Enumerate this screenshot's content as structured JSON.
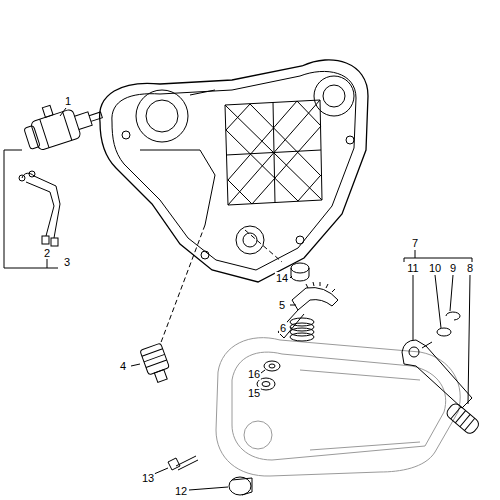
{
  "diagram": {
    "labels": [
      "1",
      "2",
      "3",
      "14",
      "5",
      "6",
      "7",
      "11",
      "10",
      "9",
      "8",
      "16",
      "15",
      "4",
      "13",
      "12"
    ]
  }
}
